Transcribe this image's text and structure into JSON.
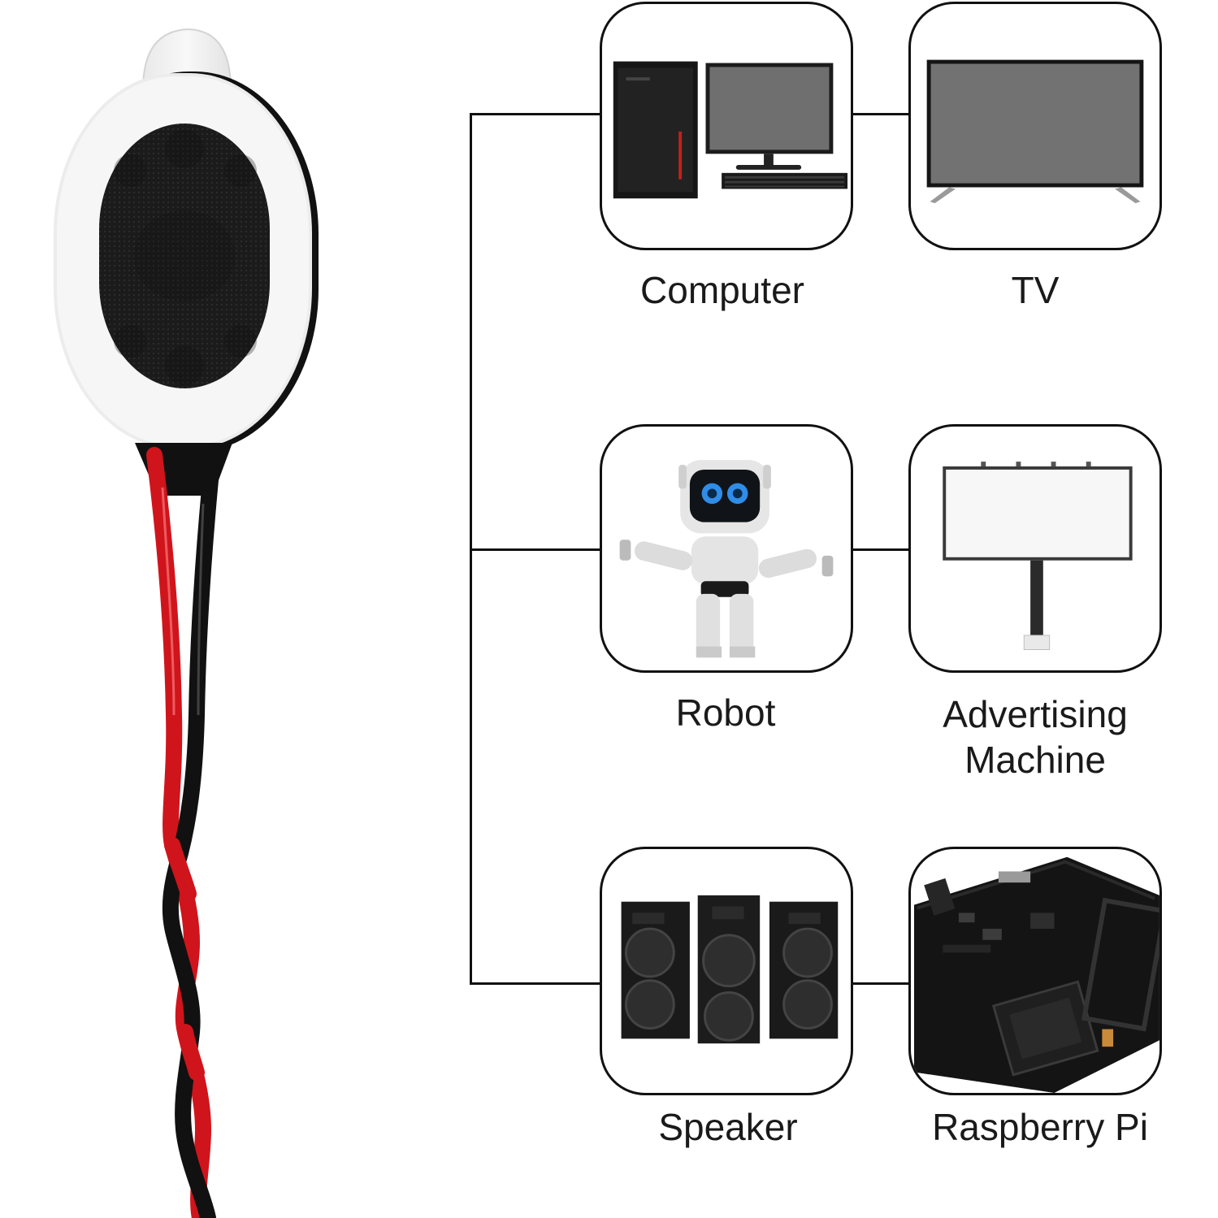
{
  "applications": [
    {
      "id": "computer",
      "icon": "computer-icon",
      "lines": [
        "Computer"
      ]
    },
    {
      "id": "tv",
      "icon": "tv-icon",
      "lines": [
        "TV"
      ]
    },
    {
      "id": "robot",
      "icon": "robot-icon",
      "lines": [
        "Robot"
      ]
    },
    {
      "id": "advertising-machine",
      "icon": "billboard-icon",
      "lines": [
        "Advertising",
        "Machine"
      ]
    },
    {
      "id": "speaker",
      "icon": "loudspeaker-icon",
      "lines": [
        "Speaker"
      ]
    },
    {
      "id": "raspberry-pi",
      "icon": "circuit-board-icon",
      "lines": [
        "Raspberry Pi"
      ]
    }
  ],
  "colors": {
    "wire_red": "#d0141c",
    "wire_black": "#111111",
    "connector_line": "#111111",
    "card_border": "#111111",
    "pcb": "#141414"
  }
}
